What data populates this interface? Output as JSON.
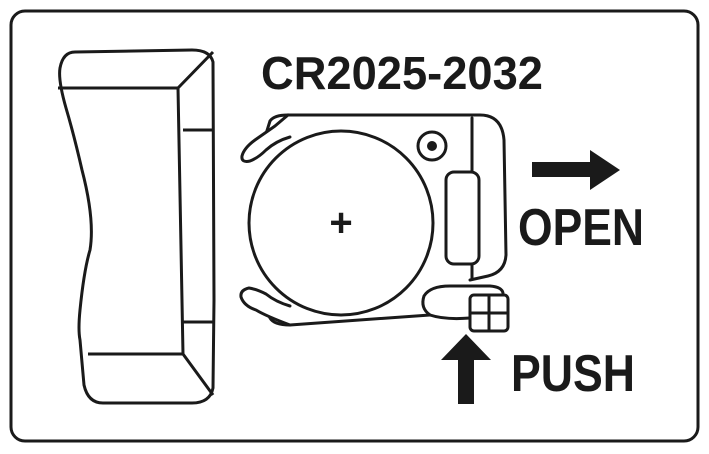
{
  "label": {
    "model": "CR2025-2032",
    "open": "OPEN",
    "push": "PUSH",
    "plus": "+"
  },
  "colors": {
    "stroke": "#1a1a1a",
    "background": "#ffffff"
  },
  "icons": {
    "open_arrow": "arrow-right-icon",
    "push_arrow": "arrow-up-icon",
    "battery_symbol": "plus-icon"
  }
}
